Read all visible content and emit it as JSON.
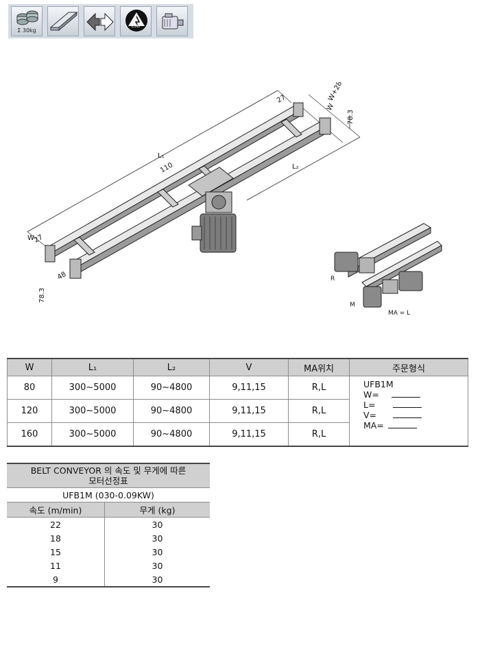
{
  "icons": [
    {
      "name": "load-weight-icon",
      "caption": "Σ 30kg"
    },
    {
      "name": "belt-surface-icon",
      "caption": ""
    },
    {
      "name": "bidirectional-arrows-icon",
      "caption": ""
    },
    {
      "name": "esd-icon",
      "caption": "ESD"
    },
    {
      "name": "motor-icon",
      "caption": ""
    }
  ],
  "drawing": {
    "dims": {
      "w28": "W+28",
      "w": "W",
      "h78": "78.3",
      "l1": "L₁",
      "l2": "L₂",
      "d110": "110",
      "d27a": "27",
      "d27b": "27",
      "w_left": "W",
      "d48": "48",
      "h78b": "78.3"
    },
    "detail": {
      "r": "R",
      "m": "M",
      "ma": "MA = L"
    }
  },
  "spec_table": {
    "headers": [
      "W",
      "L₁",
      "L₂",
      "V",
      "MA위치",
      "주문형식"
    ],
    "rows": [
      [
        "80",
        "300~5000",
        "90~4800",
        "9,11,15",
        "R,L"
      ],
      [
        "120",
        "300~5000",
        "90~4800",
        "9,11,15",
        "R,L"
      ],
      [
        "160",
        "300~5000",
        "90~4800",
        "9,11,15",
        "R,L"
      ]
    ],
    "order_lines": [
      "UFB1M",
      "W=",
      "L=",
      "V=",
      "MA="
    ]
  },
  "speed_table": {
    "title_line1": "BELT CONVEYOR 의 속도 및 무게에 따른",
    "title_line2": "모터선정표",
    "model": "UFB1M (030-0.09KW)",
    "headers": [
      "속도 (m/min)",
      "무게 (kg)"
    ],
    "rows": [
      [
        "22",
        "30"
      ],
      [
        "18",
        "30"
      ],
      [
        "15",
        "30"
      ],
      [
        "11",
        "30"
      ],
      [
        "9",
        "30"
      ]
    ]
  }
}
